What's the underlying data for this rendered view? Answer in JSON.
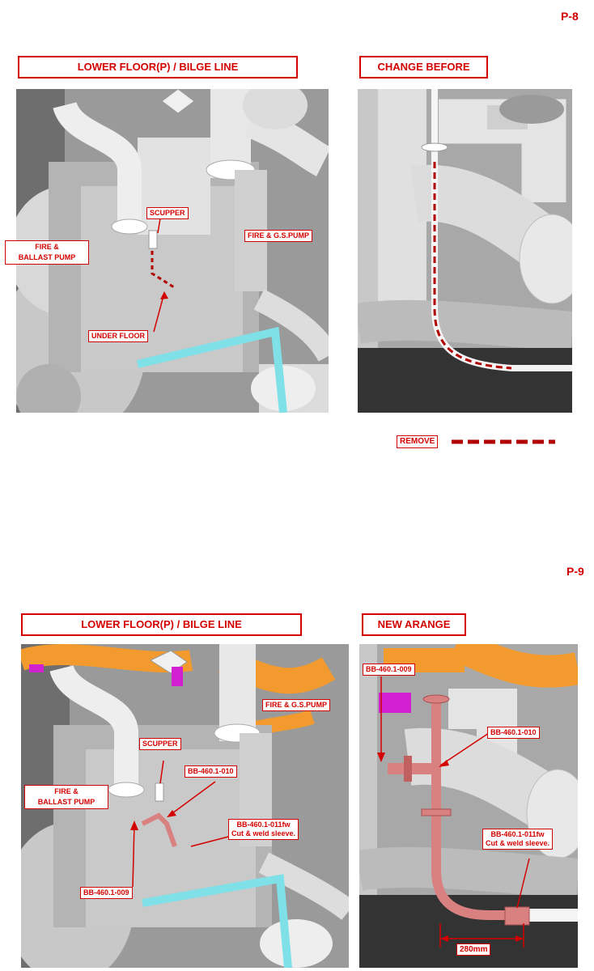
{
  "page_p8": {
    "page_number": "P-8",
    "left_title": "LOWER FLOOR(P) / BILGE LINE",
    "right_title": "CHANGE  BEFORE",
    "labels": {
      "scupper": "SCUPPER",
      "fire_gs_pump": "FIRE & G.S.PUMP",
      "fire_ballast_1": "FIRE &",
      "fire_ballast_2": "BALLAST PUMP",
      "under_floor": "UNDER FLOOR"
    },
    "legend": {
      "remove": "REMOVE"
    }
  },
  "page_p9": {
    "page_number": "P-9",
    "left_title": "LOWER FLOOR(P) / BILGE LINE",
    "right_title": "NEW ARANGE",
    "labels": {
      "scupper": "SCUPPER",
      "fire_gs_pump": "FIRE & G.S.PUMP",
      "fire_ballast_1": "FIRE &",
      "fire_ballast_2": "BALLAST PUMP",
      "bb_010": "BB-460.1-010",
      "bb_011_1": "BB-460.1-011fw",
      "bb_011_2": "Cut & weld sleeve.",
      "bb_009": "BB-460.1-009"
    },
    "right_labels": {
      "bb_009": "BB-460.1-009",
      "bb_010": "BB-460.1-010",
      "bb_011_1": "BB-460.1-011fw",
      "bb_011_2": "Cut & weld sleeve.",
      "dimension": "280mm"
    }
  },
  "colors": {
    "accent_red": "#d40000",
    "remove_dash": "#b00000",
    "new_pipe": "#d98080",
    "orange_pipe": "#f29a2e",
    "cyan_frame": "#7fe0e8",
    "magenta": "#d020d0"
  }
}
